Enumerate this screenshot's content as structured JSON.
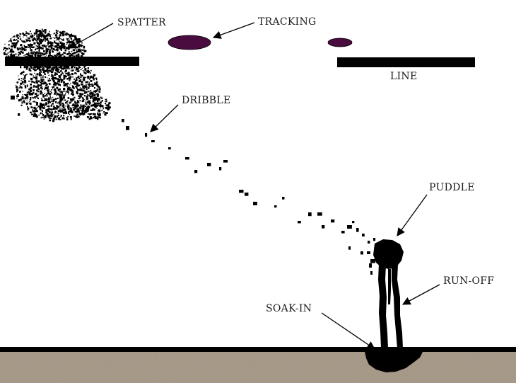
{
  "labels": {
    "spatter": "SPATTER",
    "tracking": "TRACKING",
    "line": "LINE",
    "dribble": "DRIBBLE",
    "puddle": "PUDDLE",
    "run_off": "RUN-OFF",
    "soak_in": "SOAK-IN"
  },
  "colors": {
    "ink": "#000000",
    "tracking": "#4a0b3f",
    "ground": "#a89a87",
    "background": "#ffffff"
  }
}
